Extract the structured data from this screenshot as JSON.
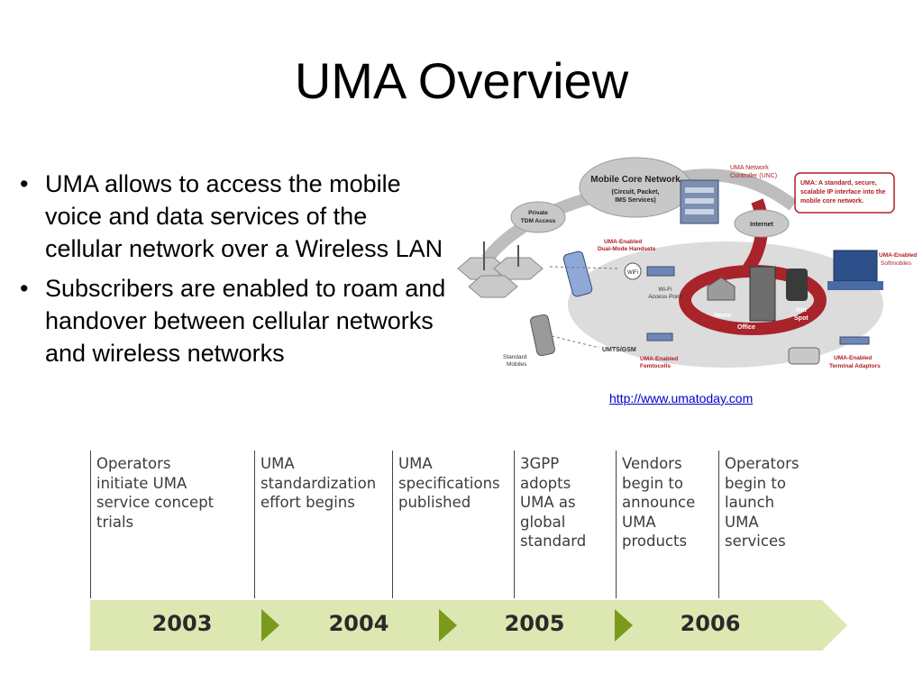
{
  "slide": {
    "title": "UMA Overview",
    "bullets": [
      "UMA allows to access the mobile voice and data services of the cellular network over a Wireless LAN",
      "Subscribers are enabled to roam and handover between cellular networks and wireless networks"
    ],
    "source_link": "http://www.umatoday.com"
  },
  "diagram": {
    "core_network": "Mobile Core Network",
    "core_network_sub": [
      "(Circuit, Packet,",
      "IMS Services)"
    ],
    "unc": [
      "UMA Network",
      "Controller (UNC)"
    ],
    "uma_note": [
      "UMA: A standard, secure,",
      "scalable IP interface into the",
      "mobile core network."
    ],
    "private_tdm": [
      "Private",
      "TDM Access"
    ],
    "internet": "Internet",
    "dual_mode": [
      "UMA-Enabled",
      "Dual-Mode Handsets"
    ],
    "wifi_ap": [
      "Wi-Fi",
      "Access Point"
    ],
    "wifi_badge": "WiFi",
    "softmobiles": [
      "UMA-Enabled",
      "Softmobiles"
    ],
    "home": "Home",
    "office": "Office",
    "hotspot": [
      "Hot",
      "Spot"
    ],
    "standard_mobiles": [
      "Standard",
      "Mobiles"
    ],
    "umts": "UMTS/GSM",
    "femtocells": [
      "UMA-Enabled",
      "Femtocells"
    ],
    "terminal_adaptors": [
      "UMA-Enabled",
      "Terminal Adaptors"
    ],
    "colors": {
      "ring": "#a8242a",
      "cloud": "#c8c8c8",
      "ground": "#dcdcdc",
      "accent_text": "#b01e23"
    }
  },
  "timeline": {
    "events": [
      "Operators\ninitiate UMA\nservice concept\ntrials",
      "UMA\nstandardization\neffort begins",
      "UMA\nspecifications\npublished",
      "3GPP\nadopts\nUMA as\nglobal\nstandard",
      "Vendors\nbegin to\nannounce\nUMA\nproducts",
      "Operators\nbegin to\nlaunch\nUMA\nservices"
    ],
    "years": [
      "2003",
      "2004",
      "2005",
      "2006"
    ],
    "colors": {
      "band": "#dce7b2",
      "arrow": "#7a9a1e"
    }
  }
}
